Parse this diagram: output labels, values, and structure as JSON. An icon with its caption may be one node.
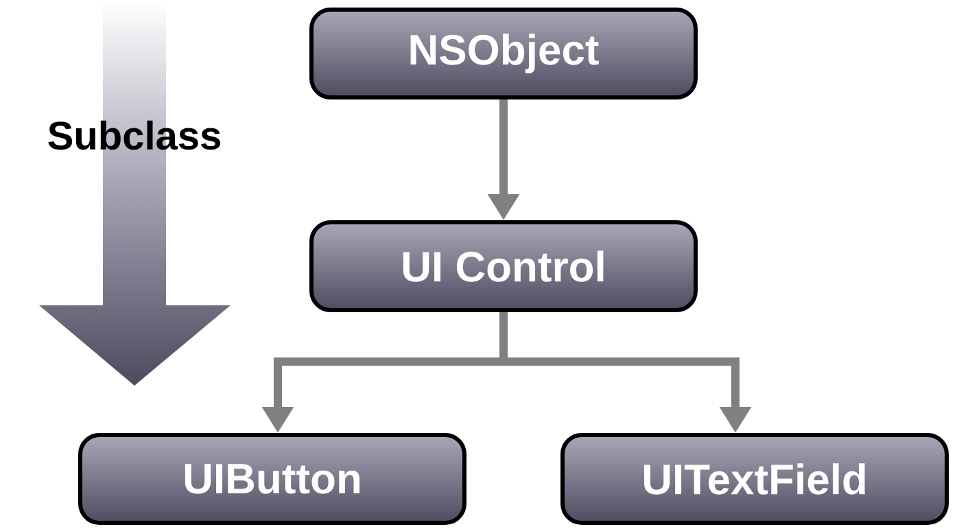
{
  "diagram": {
    "nodes": [
      {
        "text": [
          "NSObject"
        ]
      },
      {
        "text": [
          "UI Control"
        ]
      },
      {
        "text": [
          "UIButton"
        ]
      },
      {
        "text": [
          "UITextField"
        ]
      }
    ],
    "edges": [
      {
        "from": 0,
        "to": 1,
        "arrow": "to"
      },
      {
        "from": 1,
        "to": 2,
        "arrow": "to"
      },
      {
        "from": 1,
        "to": 3,
        "arrow": "to"
      }
    ],
    "labels": [
      "Subclass"
    ]
  }
}
